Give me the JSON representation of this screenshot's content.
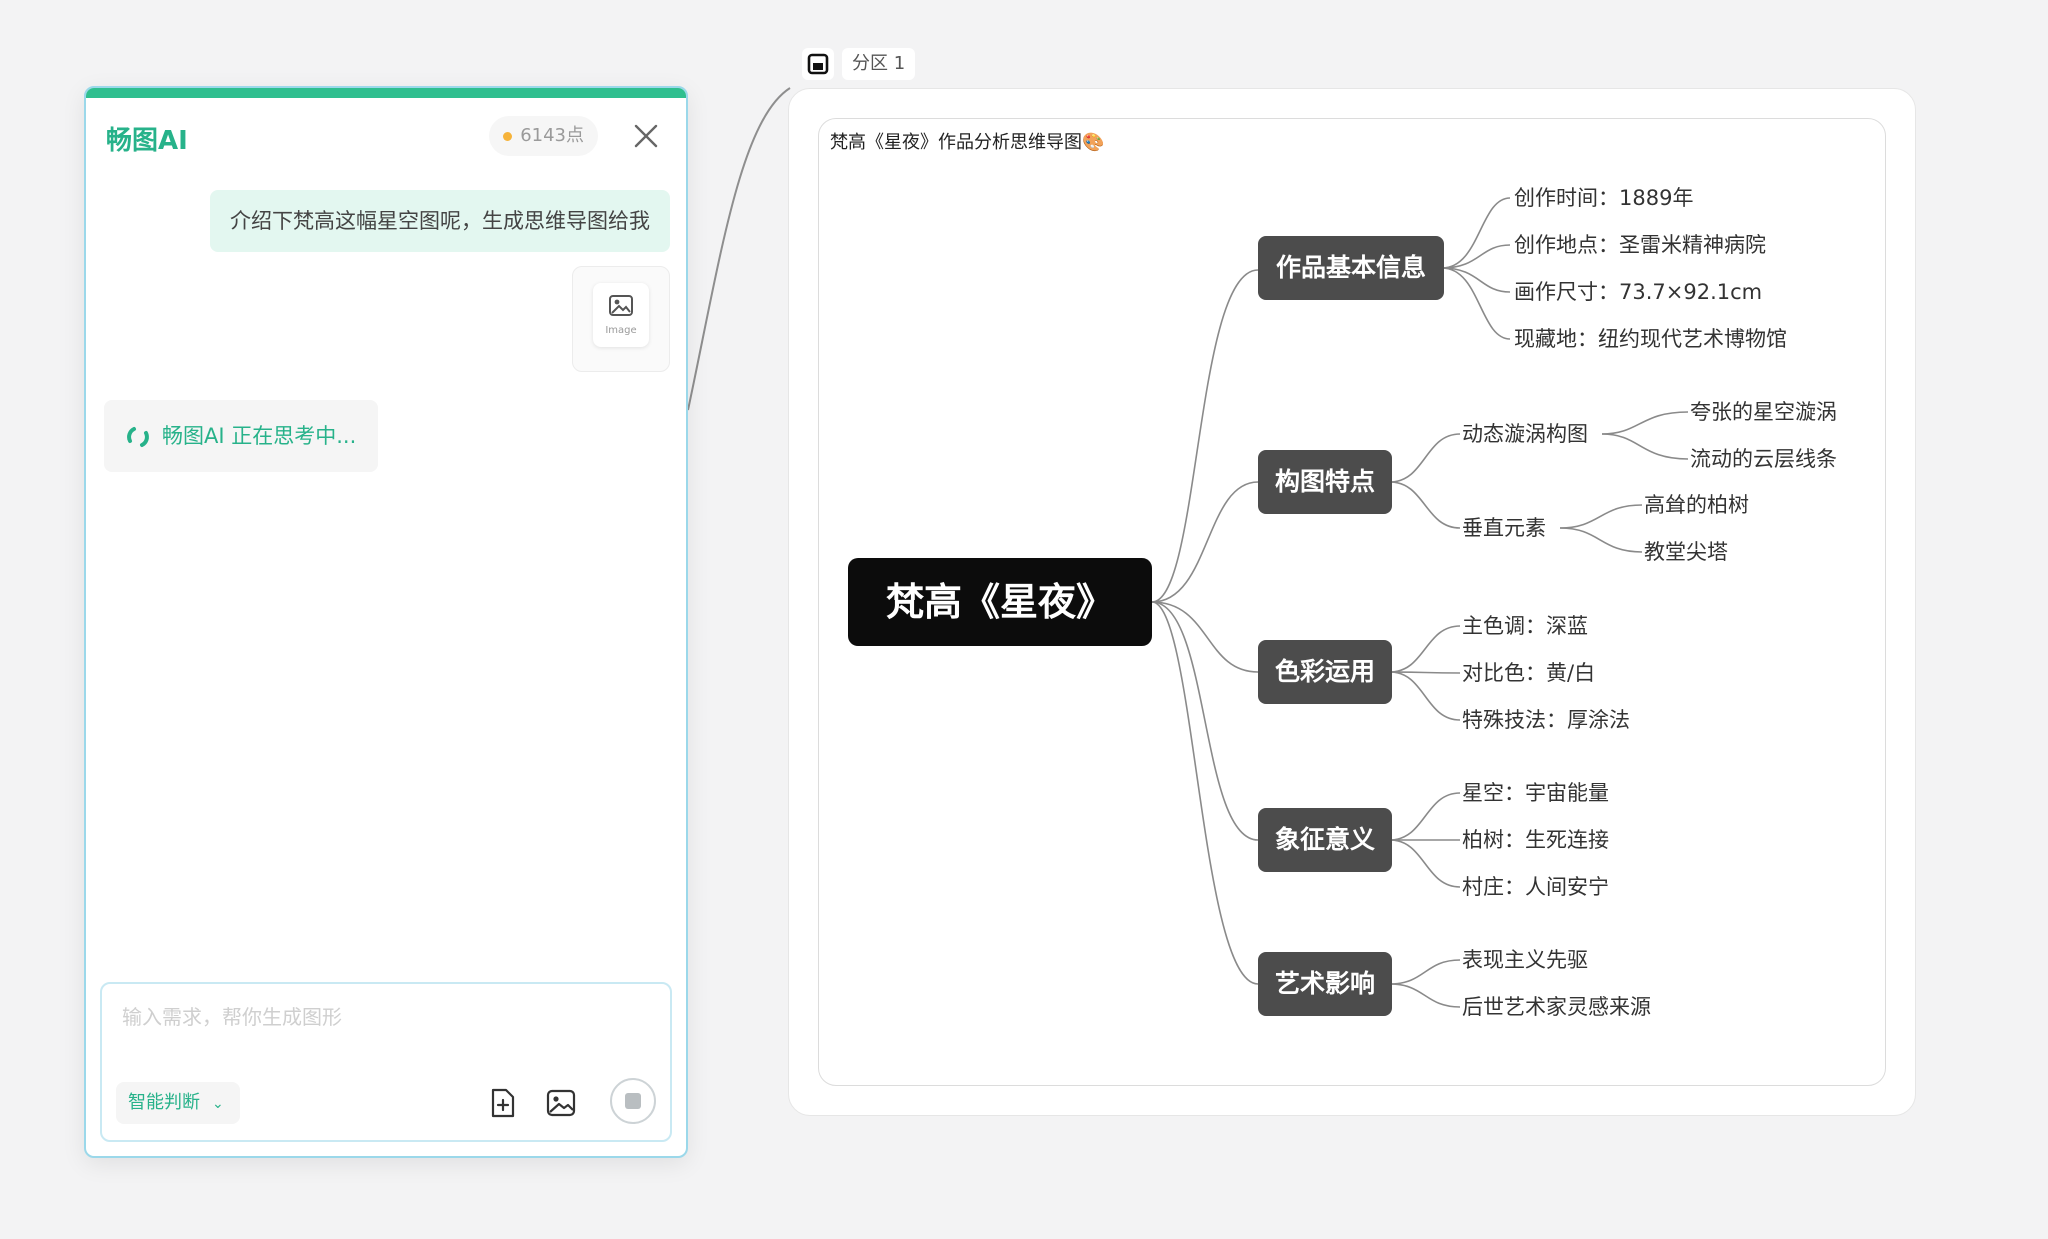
{
  "chat": {
    "title": "畅图AI",
    "points": "6143点",
    "user_message": "介绍下梵高这幅星空图呢，生成思维导图给我",
    "attachment_label": "Image",
    "thinking": "畅图AI 正在思考中...",
    "input_placeholder": "输入需求，帮你生成图形",
    "mode": "智能判断"
  },
  "frame": {
    "label": "分区 1"
  },
  "mindmap": {
    "title": "梵高《星夜》作品分析思维导图🎨",
    "root": "梵高《星夜》",
    "branch1": {
      "label": "作品基本信息",
      "c1": "创作时间：1889年",
      "c2": "创作地点：圣雷米精神病院",
      "c3": "画作尺寸：73.7×92.1cm",
      "c4": "现藏地：纽约现代艺术博物馆"
    },
    "branch2": {
      "label": "构图特点",
      "s1": "动态漩涡构图",
      "s1a": "夸张的星空漩涡",
      "s1b": "流动的云层线条",
      "s2": "垂直元素",
      "s2a": "高耸的柏树",
      "s2b": "教堂尖塔"
    },
    "branch3": {
      "label": "色彩运用",
      "c1": "主色调：深蓝",
      "c2": "对比色：黄/白",
      "c3": "特殊技法：厚涂法"
    },
    "branch4": {
      "label": "象征意义",
      "c1": "星空：宇宙能量",
      "c2": "柏树：生死连接",
      "c3": "村庄：人间安宁"
    },
    "branch5": {
      "label": "艺术影响",
      "c1": "表现主义先驱",
      "c2": "后世艺术家灵感来源"
    }
  }
}
